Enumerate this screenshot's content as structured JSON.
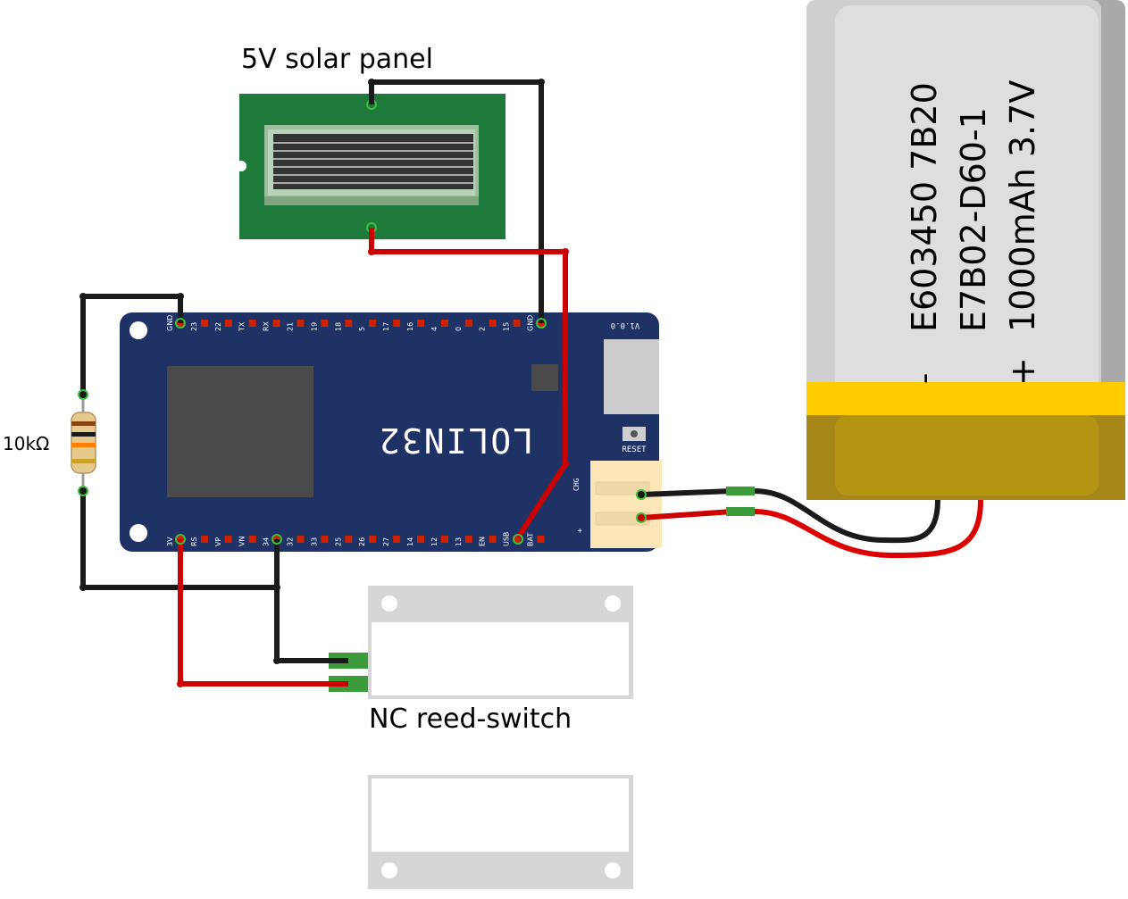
{
  "labels": {
    "solar_panel": "5V solar panel",
    "reed_switch": "NC reed-switch",
    "resistor": "10kΩ"
  },
  "board": {
    "name": "LOLIN32",
    "version": "V1.0.0",
    "reset": "RESET",
    "chg": "CHG",
    "plus": "+",
    "top_pins": [
      "GND",
      "23",
      "22",
      "TX",
      "RX",
      "21",
      "19",
      "18",
      "5",
      "17",
      "16",
      "4",
      "0",
      "2",
      "15",
      "GND"
    ],
    "bottom_pins": [
      "3V",
      "RS",
      "VP",
      "VN",
      "34",
      "32",
      "33",
      "25",
      "26",
      "27",
      "14",
      "12",
      "13",
      "EN",
      "USB",
      "BAT"
    ]
  },
  "battery": {
    "line1": "E603450 7B20",
    "line2": "E7B02-D60-1",
    "line3": "1000mAh 3.7V",
    "minus": "-",
    "plus": "+"
  },
  "colors": {
    "board": "#1f3266",
    "solar_green": "#1e7a3a",
    "battery_band": "#ffcc00",
    "battery_body": "#c8c8c8",
    "wire_red": "#cc0000",
    "wire_black": "#1a1a1a"
  }
}
